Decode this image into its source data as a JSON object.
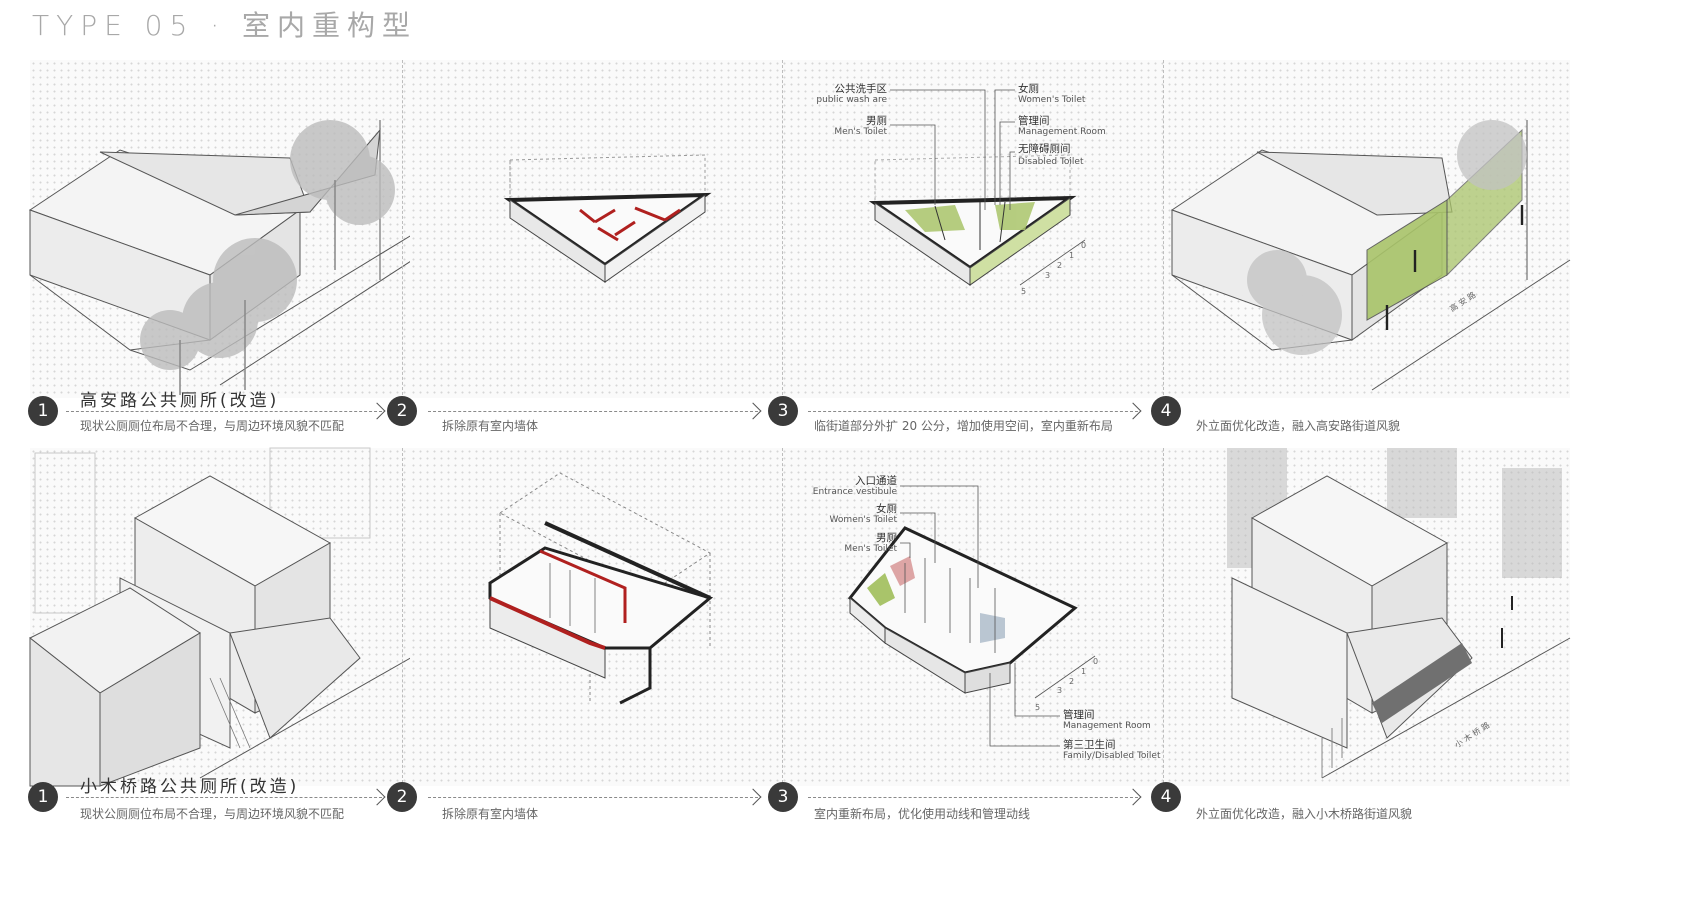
{
  "page_title": "TYPE 05 · 室内重构型",
  "rows": [
    {
      "title": "高安路公共厕所(改造)",
      "steps": [
        {
          "num": "1",
          "desc": "现状公厕厕位布局不合理，与周边环境风貌不匹配"
        },
        {
          "num": "2",
          "desc": "拆除原有室内墙体"
        },
        {
          "num": "3",
          "desc": "临街道部分外扩 20 公分，增加使用空间，室内重新布局"
        },
        {
          "num": "4",
          "desc": "外立面优化改造，融入高安路街道风貌"
        }
      ],
      "plan_labels": [
        {
          "cn": "公共洗手区",
          "en": "public wash are"
        },
        {
          "cn": "男厕",
          "en": "Men's Toilet"
        },
        {
          "cn": "女厕",
          "en": "Women's Toilet"
        },
        {
          "cn": "管理间",
          "en": "Management Room"
        },
        {
          "cn": "无障碍厕间",
          "en": "Disabled Toilet"
        }
      ],
      "scale": [
        "5",
        "3",
        "2",
        "1",
        "0"
      ],
      "street_name": "高 安 路"
    },
    {
      "title": "小木桥路公共厕所(改造)",
      "steps": [
        {
          "num": "1",
          "desc": "现状公厕厕位布局不合理，与周边环境风貌不匹配"
        },
        {
          "num": "2",
          "desc": "拆除原有室内墙体"
        },
        {
          "num": "3",
          "desc": "室内重新布局，优化使用动线和管理动线"
        },
        {
          "num": "4",
          "desc": "外立面优化改造，融入小木桥路街道风貌"
        }
      ],
      "plan_labels": [
        {
          "cn": "入口通道",
          "en": "Entrance vestibule"
        },
        {
          "cn": "女厕",
          "en": "Women's Toilet"
        },
        {
          "cn": "男厕",
          "en": "Men's Toilet"
        },
        {
          "cn": "管理间",
          "en": "Management Room"
        },
        {
          "cn": "第三卫生间",
          "en": "Family/Disabled Toilet"
        }
      ],
      "scale": [
        "5",
        "3",
        "2",
        "1",
        "0"
      ],
      "street_name": "小 木 桥 路"
    }
  ],
  "colors": {
    "demolished_wall": "#b0201f",
    "green_facade": "#a9c46a",
    "circle": "#3a3a3a"
  }
}
